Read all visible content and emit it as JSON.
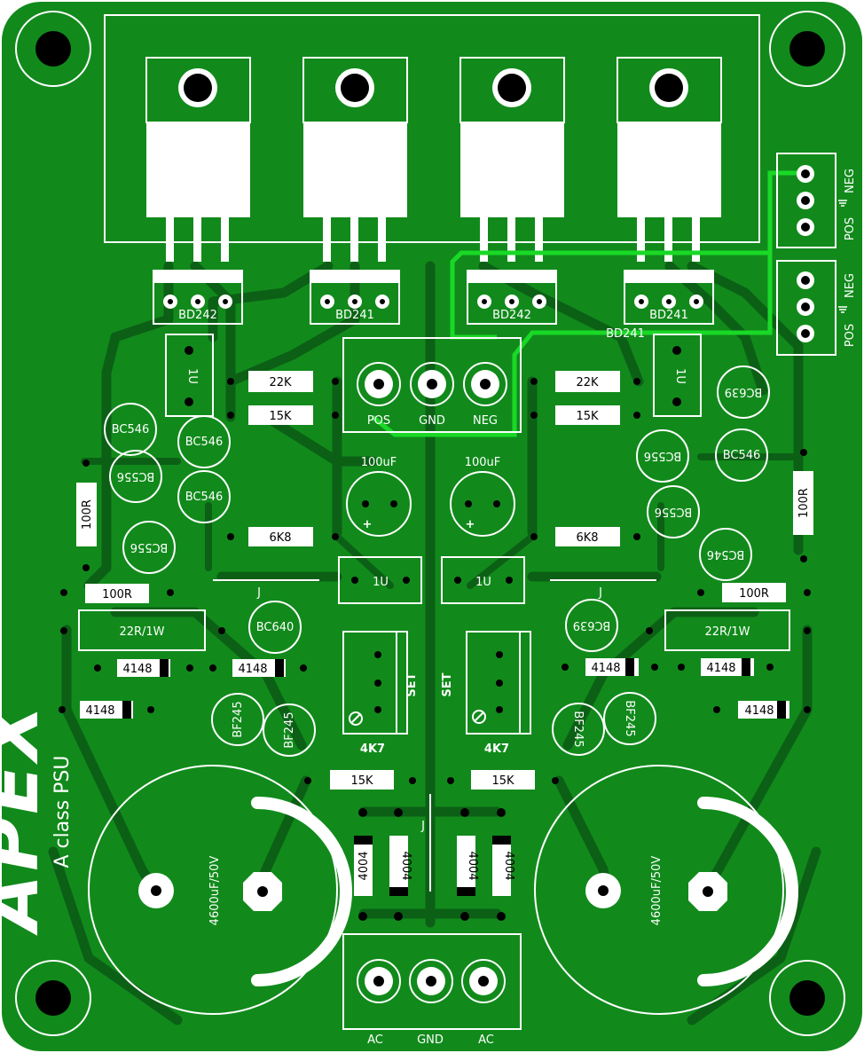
{
  "board": {
    "colors": {
      "substrate": "#118a1b",
      "copper": "#0c6016",
      "silk": "#ffffff",
      "jumper": "#19d926"
    },
    "logo_text": "APEX",
    "subtitle": "A class PSU"
  },
  "transistors_power": [
    {
      "ref": "BD242"
    },
    {
      "ref": "BD241"
    },
    {
      "ref": "BD242"
    },
    {
      "ref": "BD241"
    }
  ],
  "connectors": {
    "top_center": [
      "POS",
      "GND",
      "NEG"
    ],
    "bottom_center": [
      "AC",
      "GND",
      "AC"
    ],
    "right_upper": [
      "NEG",
      "POS"
    ],
    "right_lower": [
      "NEG",
      "POS"
    ]
  },
  "labels": {
    "bd241_right": "BD241",
    "r22k_l": "22K",
    "r22k_r": "22K",
    "r15k_l": "15K",
    "r15k_r": "15K",
    "r6k8_l": "6K8",
    "r6k8_r": "6K8",
    "r100r_l": "100R",
    "r100r_r": "100R",
    "r100r_vl": "100R",
    "r100r_vr": "100R",
    "r22r_l": "22R/1W",
    "r22r_r": "22R/1W",
    "r15k_bl": "15K",
    "r15k_br": "15K",
    "c100_l": "100uF",
    "c100_r": "100uF",
    "c1u_l": "1U",
    "c1u_r": "1U",
    "c1u_vl": "1U",
    "c1u_vr": "1U",
    "pot_l": "4K7",
    "pot_r": "4K7",
    "set_l": "SET",
    "set_r": "SET",
    "bc640": "BC640",
    "bc639_r1": "BC639",
    "bc639_r2": "BC639",
    "bc546_l1": "BC546",
    "bc546_l2": "BC546",
    "bc546_l3": "BC546",
    "bc546_r1": "BC546",
    "bc546_r2": "BC546",
    "bc556_l1": "BC556",
    "bc556_l2": "BC556",
    "bc556_r1": "BC556",
    "bc556_r2": "BC556",
    "d4148_a": "4148",
    "d4148_b": "4148",
    "d4148_c": "4148",
    "d4148_d": "4148",
    "d4148_e": "4148",
    "d4148_f": "4148",
    "bf245_a": "BF245",
    "bf245_b": "BF245",
    "bf245_c": "BF245",
    "bf245_d": "BF245",
    "d4004_a": "4004",
    "d4004_b": "4004",
    "d4004_c": "4004",
    "d4004_d": "4004",
    "cap_big_l": "4600uF/50V",
    "cap_big_r": "4600uF/50V",
    "jumper_j1": "J",
    "jumper_j2": "J",
    "jumper_j3": "J"
  }
}
